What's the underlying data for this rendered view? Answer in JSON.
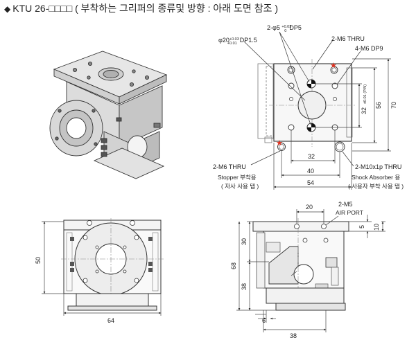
{
  "title": {
    "model": "KTU 26-□□□□",
    "subtitle": "( 부착하는 그리퍼의 종류및 방향 : 아래 도면 참조 )"
  },
  "top_view": {
    "callouts": {
      "phi5": "2-φ5",
      "phi5_tol_plus": "+0.03",
      "phi5_tol_minus": "0",
      "phi5_dp": "DP5",
      "phi20": "φ20",
      "phi20_tol_plus": "+0.03",
      "phi20_tol_minus": "+0.01",
      "phi20_dp": "DP1.5",
      "m6_thru_top": "2-M6 THRU",
      "m6_dp9": "4-M6 DP9",
      "m6_thru_left": "2-M6 THRU",
      "stopper_1": "Stopper 부착용",
      "stopper_2": "( 자사 사용 탭 )",
      "m10_thru": "2-M10x1p THRU",
      "shock_1": "Shock Absorber 용",
      "shock_2": "( 사용자 부착 사용 탭 )"
    },
    "dims": {
      "d32v": "32",
      "d32v_tol": "±0.01 (PIN)",
      "d56": "56",
      "d70": "70",
      "d32h": "32",
      "d40": "40",
      "d54": "54"
    }
  },
  "front_view": {
    "dims": {
      "d50": "50",
      "d64": "64"
    }
  },
  "side_view": {
    "callouts": {
      "m5": "2-M5",
      "air_port": "AIR PORT"
    },
    "dims": {
      "d20": "20",
      "d5": "5",
      "d10": "10",
      "d30": "30",
      "d68": "68",
      "d38v": "38",
      "d6": "6",
      "d38h": "38"
    }
  },
  "colors": {
    "line": "#333333",
    "dim": "#444444",
    "star": "#e0301e",
    "hidden": "#888888"
  }
}
